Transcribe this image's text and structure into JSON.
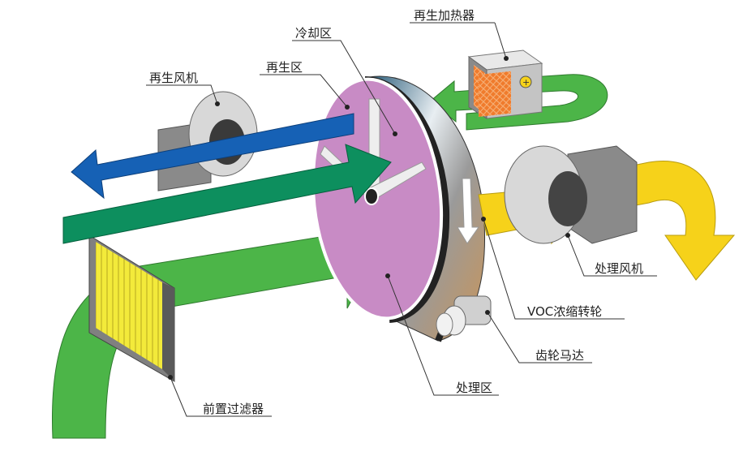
{
  "title": "VOC浓缩转轮系统示意图",
  "labels": {
    "cooling_zone": "冷却区",
    "regen_heater": "再生加热器",
    "regen_fan": "再生风机",
    "regen_zone": "再生区",
    "process_fan": "处理风机",
    "voc_rotor": "VOC浓缩转轮",
    "gear_motor": "齿轮马达",
    "process_zone": "处理区",
    "pre_filter": "前置过滤器"
  },
  "colors": {
    "process_air": "#4cb548",
    "regen_air": "#0d8f5e",
    "exhaust_air": "#1661b5",
    "clean_air": "#f6d21a",
    "rotor": "#c88bc5",
    "heater": "#f07b2c"
  }
}
